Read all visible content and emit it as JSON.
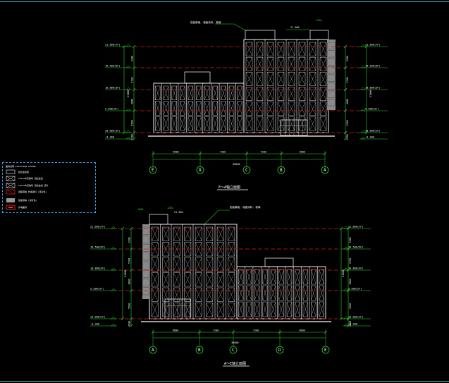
{
  "drawing": {
    "colors": {
      "background": "#000000",
      "frame_line": "#2fb7c7",
      "building": "#ffffff",
      "window": "#cfcfcf",
      "level_line": "#d02020",
      "dimension": "#29d629",
      "axis": "#29d629",
      "annotation": "#ffffff",
      "legend_border": "#3aa0e0"
    },
    "top_elevation": {
      "title": "E～A轴立面图",
      "callout": "铝板幕墙, 墙面涂料, 玻璃",
      "roof_note": "21.900",
      "top_dim": "1200",
      "levels": [
        {
          "label": "21.600(7F)"
        },
        {
          "label": "16.500(5F)"
        },
        {
          "label": "10.800(3F)"
        },
        {
          "label": "5.500(2F)"
        },
        {
          "label": "±0.000(1F)"
        },
        {
          "label": "-0.300"
        }
      ],
      "vertical_dims_left": [
        "3300",
        "5700",
        "4800",
        "5500",
        "4500"
      ],
      "vertical_dims_right": [
        "3300",
        "5700",
        "4800",
        "5500",
        "4500"
      ],
      "total_height": "21900",
      "horizontal_dims": [
        "6600",
        "7200",
        "7200",
        "6600"
      ],
      "total_width": "36000",
      "axes": [
        "E",
        "D",
        "C",
        "B",
        "A"
      ]
    },
    "bottom_elevation": {
      "title": "A～E轴立面图",
      "callout": "铝板幕墙, 墙面涂料, 玻璃",
      "roof_note": "21.900",
      "top_dims": [
        "1800",
        "1200"
      ],
      "levels": [
        {
          "label": "21.600(7F)"
        },
        {
          "label": "16.500(5F)"
        },
        {
          "label": "10.800(3F)"
        },
        {
          "label": "5.500(2F)"
        },
        {
          "label": "±0.000(1F)"
        },
        {
          "label": "-0.300"
        }
      ],
      "vertical_dims_left": [
        "3300",
        "5700",
        "4800",
        "5500",
        "4500"
      ],
      "vertical_dims_right": [
        "3300",
        "5700",
        "4800",
        "5500",
        "4500"
      ],
      "total_height": "21900",
      "horizontal_dims": [
        "6600",
        "7200",
        "7200",
        "6600"
      ],
      "total_width": "36000",
      "axes": [
        "A",
        "B",
        "C",
        "D",
        "E"
      ]
    },
    "legend": {
      "heading": "图例说明  ELEVATION LEGEND",
      "items": [
        {
          "symbol": "frame",
          "text": "铝合金窗框"
        },
        {
          "symbol": "window",
          "text": "LOW-E中空玻璃 铝合金窗"
        },
        {
          "symbol": "window",
          "text": "LOW-E中空玻璃 铝合金窗 百叶"
        },
        {
          "symbol": "red",
          "text": "铝板幕墙 外墙涂料 (浅灰色)"
        },
        {
          "symbol": "gray",
          "text": "铝板幕墙 (深灰色)"
        },
        {
          "symbol": "redbox",
          "text": "外墙面砖"
        }
      ]
    }
  }
}
